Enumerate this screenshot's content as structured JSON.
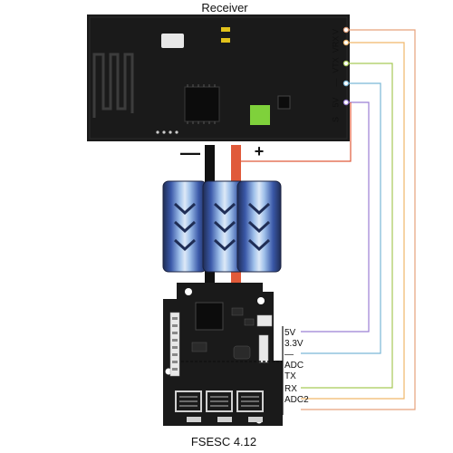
{
  "receiver": {
    "title": "Receiver",
    "pins": [
      "V",
      "VRX",
      "VTX",
      "—",
      "5V",
      "S"
    ]
  },
  "esc": {
    "title": "FSESC 4.12",
    "pins": [
      "5V",
      "3.3V",
      "—",
      "ADC",
      "TX",
      "RX",
      "ADC2"
    ]
  },
  "polarity": {
    "negative": "—",
    "positive": "+"
  },
  "wire_colors": {
    "V": "#e6a27c",
    "VRX": "#f0b86a",
    "VTX": "#a6c957",
    "GND": "#7ab7d6",
    "5V": "#9b7fd4",
    "power_positive": "#e05a3a",
    "power_negative": "#111111"
  }
}
